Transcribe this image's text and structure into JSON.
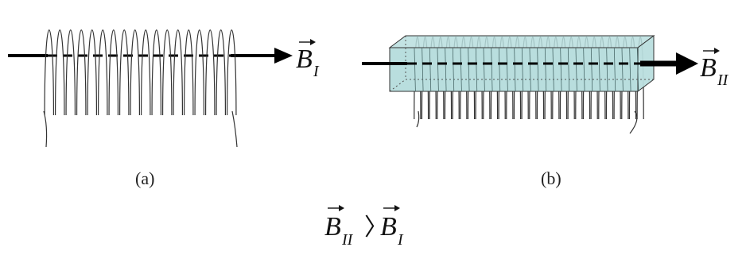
{
  "panel_a": {
    "caption": "(a)",
    "field": {
      "symbol": "B",
      "subscript": "I"
    }
  },
  "panel_b": {
    "caption": "(b)",
    "field": {
      "symbol": "B",
      "subscript": "II"
    },
    "core_color": "#b9dede"
  },
  "relation": {
    "left": {
      "symbol": "B",
      "subscript": "II"
    },
    "operator": "〉",
    "right": {
      "symbol": "B",
      "subscript": "I"
    }
  }
}
